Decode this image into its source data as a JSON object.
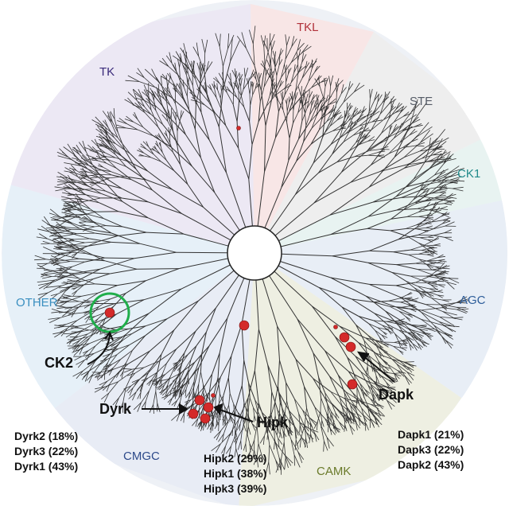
{
  "families": [
    {
      "name": "TK",
      "color": "#3a2a7a",
      "fill": "#ece8f4"
    },
    {
      "name": "TKL",
      "color": "#b0303a",
      "fill": "#f8e6e6"
    },
    {
      "name": "STE",
      "color": "#555b66",
      "fill": "#eeeeee"
    },
    {
      "name": "CK1",
      "color": "#1f8a8a",
      "fill": "#e8f3f1"
    },
    {
      "name": "AGC",
      "color": "#2d5d9a",
      "fill": "#e8eef6"
    },
    {
      "name": "CAMK",
      "color": "#6a7a2a",
      "fill": "#eeefe2"
    },
    {
      "name": "CMGC",
      "color": "#2d4a8a",
      "fill": "#e8ecf5"
    },
    {
      "name": "OTHER",
      "color": "#3a8fc0",
      "fill": "#e6f0f8"
    }
  ],
  "callouts": {
    "ck2": "CK2",
    "dyrk": "Dyrk",
    "hipk": "Hipk",
    "dapk": "Dapk"
  },
  "lists": {
    "dyrk": [
      "Dyrk2 (18%)",
      "Dyrk3 (22%)",
      "Dyrk1 (43%)"
    ],
    "hipk": [
      "Hipk2 (29%)",
      "Hipk1 (38%)",
      "Hipk3 (39%)"
    ],
    "dapk": [
      "Dapk1 (21%)",
      "Dapk3 (22%)",
      "Dapk2 (43%)"
    ]
  },
  "colors": {
    "hit_marker": "#d42a2a",
    "ck2_circle": "#1fae4a",
    "branch": "#333333"
  }
}
